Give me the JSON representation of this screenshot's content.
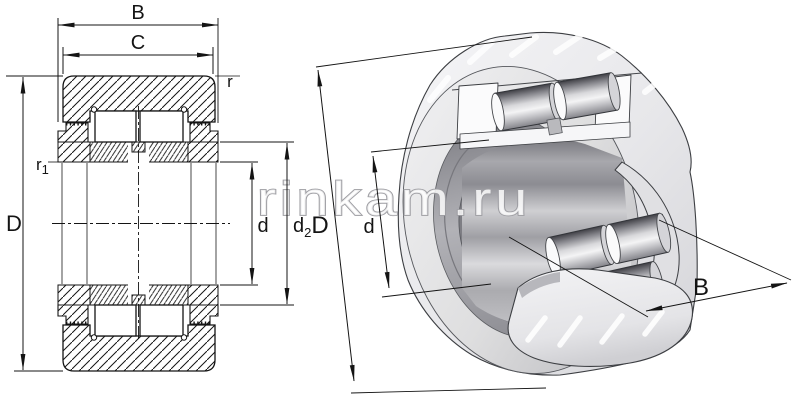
{
  "watermark": "rinkam.ru",
  "colors": {
    "line": "#141414",
    "background": "#ffffff",
    "body_gray": "#e9e9eb",
    "body_shadow": "#c9c9cd",
    "recess_gray": "#a9a9ae",
    "bore_gray": "#85858b",
    "roller_dark": "#3f3f45",
    "roller_light": "#f4f4f5",
    "cut_face": "#fdfdfe"
  },
  "section_view": {
    "dim_B": "B",
    "dim_C": "C",
    "dim_r": "r",
    "dim_r1_base": "r",
    "dim_r1_sub": "1",
    "dim_D": "D",
    "dim_d": "d",
    "dim_d2_base": "d",
    "dim_d2_sub": "2"
  },
  "iso_view": {
    "dim_D": "D",
    "dim_d": "d",
    "dim_B": "B"
  }
}
